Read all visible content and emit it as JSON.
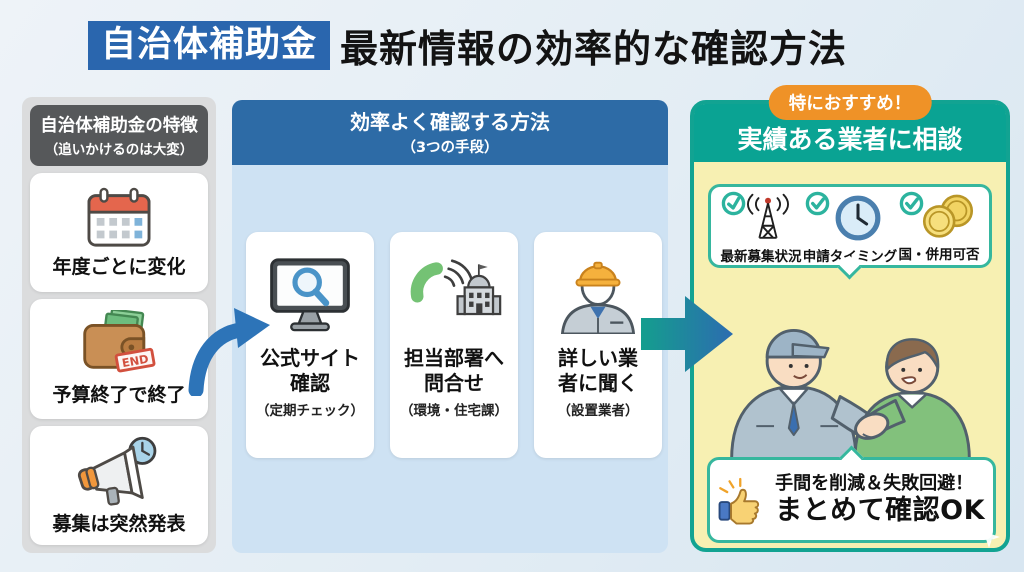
{
  "title": {
    "badge": "自治体補助金",
    "heading": "最新情報の効率的な確認方法"
  },
  "left_panel": {
    "header": {
      "line1": "自治体補助金の特徴",
      "line2": "（追いかけるのは大変）"
    },
    "cards": [
      {
        "icon": "calendar-icon",
        "label": "年度ごとに変化"
      },
      {
        "icon": "wallet-end-icon",
        "label": "予算終了で終了",
        "stamp": "END"
      },
      {
        "icon": "megaphone-clock-icon",
        "label": "募集は突然発表"
      }
    ]
  },
  "middle_panel": {
    "header": {
      "line1": "効率よく確認する方法",
      "line2": "（3つの手段）"
    },
    "cards": [
      {
        "icon": "monitor-search-icon",
        "label_lines": [
          "公式サイト",
          "確認"
        ],
        "note": "（定期チェック）"
      },
      {
        "icon": "phone-building-icon",
        "label_lines": [
          "担当部署へ",
          "問合せ"
        ],
        "note": "（環境・住宅課）"
      },
      {
        "icon": "worker-icon",
        "label_lines": [
          "詳しい業",
          "者に聞く"
        ],
        "note": "（設置業者）"
      }
    ]
  },
  "right_panel": {
    "badge": "特におすすめ！",
    "header": "実績ある業者に相談",
    "bubble_items": [
      {
        "icon": "antenna-icon",
        "label": "最新募集状況"
      },
      {
        "icon": "clock-icon",
        "label": "申請タイミング"
      },
      {
        "icon": "coins-icon",
        "label": "国・併用可否"
      }
    ],
    "benefit": {
      "line1": "手間を削減＆失敗回避！",
      "line2": "まとめて確認OK"
    }
  },
  "colors": {
    "title_badge_bg": "#2a66ae",
    "page_bg": "#e4edf4",
    "left_panel_bg": "#dbdcdd",
    "left_header_bg": "#56585a",
    "middle_panel_bg": "#cee2f3",
    "middle_header_bg": "#2d6ba6",
    "right_border": "#12a392",
    "right_header_bg": "#0aa393",
    "right_body_bg": "#f7f0b2",
    "recommend_badge_bg": "#ef9227",
    "bubble_border": "#36b79e",
    "curved_arrow": "#2d74b8",
    "big_arrow_start": "#149e8e",
    "big_arrow_end": "#2c6cb0"
  }
}
